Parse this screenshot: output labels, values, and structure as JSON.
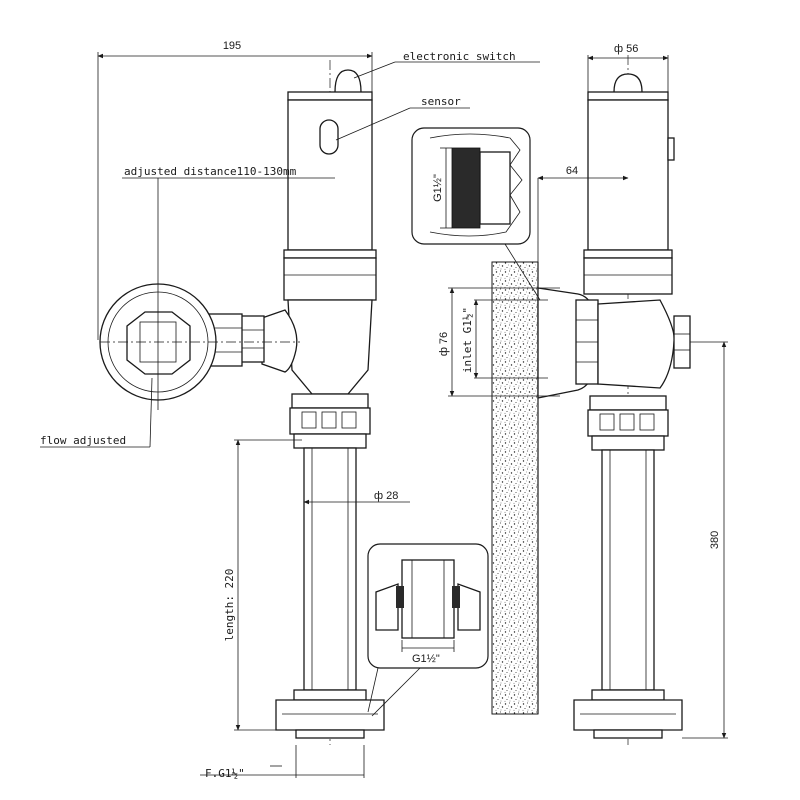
{
  "labels": {
    "electronic_switch": "electronic switch",
    "sensor": "sensor",
    "adjusted_distance": "adjusted distance110-130mm",
    "flow_adjusted": "flow adjusted",
    "width": "195",
    "dia_top": "ф 56",
    "offset": "64",
    "dia_body": "ф 76",
    "inlet": "inlet G1½\"",
    "dia_pipe": "ф 28",
    "length": "length: 220",
    "height": "380",
    "thread_top": "G1½\"",
    "thread_bottom": "G1½\"",
    "outlet": "F.G1½\""
  },
  "colors": {
    "line": "#1a1a1a",
    "wall": "#e8e8e8"
  }
}
